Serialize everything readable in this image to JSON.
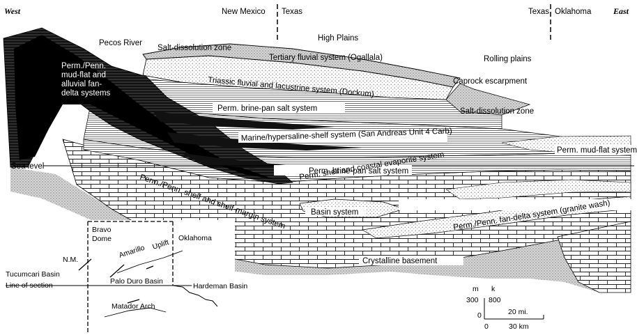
{
  "header": {
    "west": "West",
    "east": "East",
    "new_mexico": "New Mexico",
    "texas_left": "Texas",
    "texas_right": "Texas",
    "oklahoma": "Oklahoma"
  },
  "labels": {
    "high_plains": "High Plains",
    "rolling_plains": "Rolling plains",
    "pecos_river": "Pecos River",
    "salt_dissolution_top": "Salt-dissolution zone",
    "ogallala": "Tertiary fluvial system (Ogallala)",
    "dockum": "Triassic fluvial and lacustrine system (Dockum)",
    "caprock": "Caprock escarpment",
    "perm_penn_mudflat_1": "Perm./Penn.",
    "perm_penn_mudflat_2": "mud-flat and",
    "perm_penn_mudflat_3": "alluvial fan-",
    "perm_penn_mudflat_4": "delta systems",
    "brine_pan_upper": "Perm. brine-pan salt system",
    "salt_dissolution_right": "Salt-dissolution zone",
    "marine_shelf": "Marine/hypersaline-shelf system (San Andreas Unit 4 Carb)",
    "perm_mudflat": "Perm. mud-flat system",
    "sea_level": "Sea level",
    "brine_pan_lower": "Perm. brine-pan salt system",
    "shelf_margin": "Perm./Penn. shelf and shelf-margin system",
    "coastal_evaporite": "Perm. shelf and coastal evaporite system",
    "basin_system": "Basin system",
    "fan_delta": "Perm./Penn. fan-delta system (granite wash)",
    "crystalline": "Crystalline basement"
  },
  "inset_map": {
    "bravo_1": "Bravo",
    "bravo_2": "Dome",
    "oklahoma": "Oklahoma",
    "nm": "N.M.",
    "amarillo": "Amarillo",
    "uplift": "Uplift",
    "tucumcari": "Tucumcari Basin",
    "line_of_section": "Line of section",
    "palo_duro": "Palo Duro Basin",
    "hardeman": "Hardeman Basin",
    "matador": "Matador Arch"
  },
  "scale": {
    "m_label": "m",
    "k_label": "k",
    "m_300": "300",
    "k_800": "800",
    "zero_m": "0",
    "zero_k": "0",
    "miles": "20 mi.",
    "km": "30 km"
  }
}
